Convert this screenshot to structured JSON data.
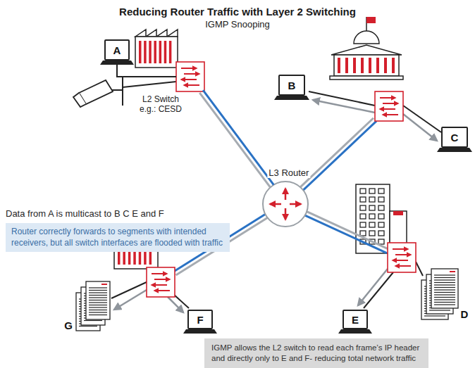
{
  "diagram": {
    "title": "Reducing Router Traffic with Layer 2 Switching",
    "nodes": [
      {
        "text": [
          "A"
        ]
      },
      {
        "text": [
          "L2 Switch e.g.: CESD"
        ]
      },
      {
        "text": [
          "B"
        ]
      },
      {
        "text": [
          "C"
        ]
      },
      {
        "text": [
          "L3 Router"
        ]
      },
      {
        "text": [
          "Data from A is multicast to B C E and F",
          "Router correctly forwards to segments with intended receivers, but all switch interfaces are flooded with traffic"
        ]
      },
      {
        "text": [
          "G"
        ]
      },
      {
        "text": [
          "F"
        ]
      },
      {
        "text": [
          "E"
        ]
      },
      {
        "text": [
          "D"
        ]
      },
      {
        "text": [
          "IGMP allows the L2 switch to read each frame’s IP header and directly only to E and F- reducing total network traffic"
        ]
      }
    ],
    "edges": [
      {
        "from": 0,
        "to": 1,
        "arrow": "none"
      },
      {
        "from": 1,
        "to": 4,
        "arrow": "none"
      }
    ],
    "labels": [
      "IGMP Snooping"
    ]
  }
}
